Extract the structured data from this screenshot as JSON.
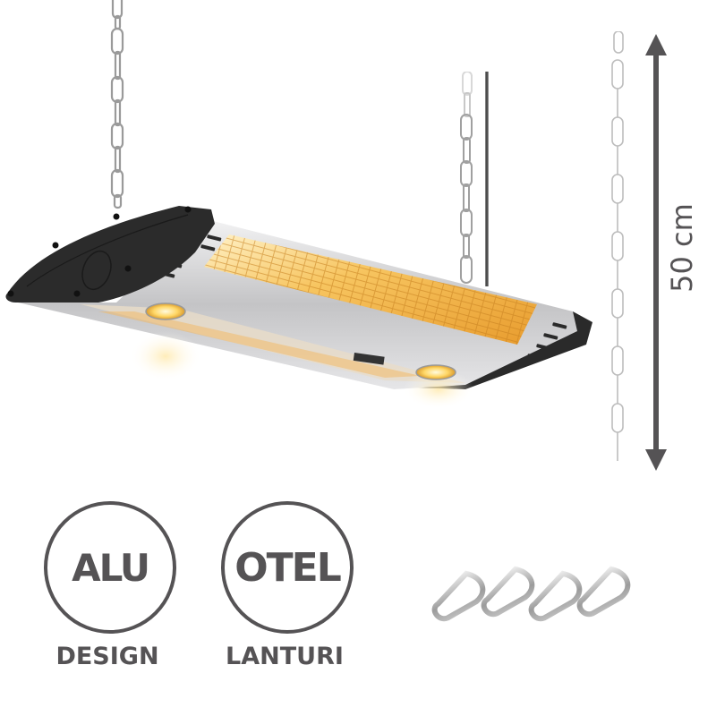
{
  "product": {
    "name": "hanging-infrared-heater",
    "colors": {
      "housing": "#2b2b2b",
      "body": "#c9c9cb",
      "heating_element": "#f0b04a",
      "accent_text": "#555355"
    }
  },
  "dimension": {
    "label": "50 cm",
    "icon": "double-arrow-vertical"
  },
  "badges": [
    {
      "circle_text": "ALU",
      "label": "DESIGN"
    },
    {
      "circle_text": "OTEL",
      "label": "LANTURI"
    }
  ],
  "accessories": {
    "name": "carabiners",
    "count": 4,
    "icon": "carabiner-icon"
  }
}
